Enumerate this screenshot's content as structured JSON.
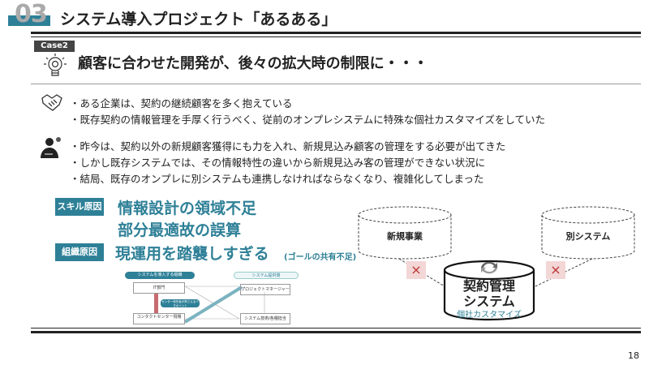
{
  "header": {
    "number": "03",
    "title": "システム導入プロジェクト「あるある」"
  },
  "case": {
    "badge": "Case2",
    "heading": "顧客に合わせた開発が、後々の拡大時の制限に・・・"
  },
  "bullets_group1": [
    "・ある企業は、契約の継続顧客を多く抱えている",
    "・既存契約の情報管理を手厚く行うべく、従前のオンプレシステムに特殊な個社カスタマイズをしていた"
  ],
  "bullets_group2": [
    "・昨今は、契約以外の新規顧客獲得にも力を入れ、新規見込み顧客の管理をする必要が出てきた",
    "・しかし既存システムでは、その情報特性の違いから新規見込み客の管理ができない状況に",
    "・結局、既存のオンプレに別システムも連携しなければならなくなり、複雑化してしまった"
  ],
  "causes": {
    "skill_label": "スキル原因",
    "skill_lines": [
      "情報設計の領域不足",
      "部分最適故の誤算"
    ],
    "org_label": "組織原因",
    "org_line": "現運用を踏襲しすぎる",
    "org_note": "(ゴールの共有不足)"
  },
  "mini_diagram": {
    "left_header": "システムを導入する組織",
    "right_header": "システム提供側",
    "it_dept": "IT部門",
    "contact_center": "コンタクトセンター現場",
    "pm": "プロジェクトマネージャー",
    "tech": "システム技術/各種担当",
    "callout": "センター責任者が押さえるべきポイント"
  },
  "system_diagram": {
    "new_business": "新規事業",
    "other_system": "別システム",
    "main_line1": "契約管理",
    "main_line2": "システム",
    "main_sub": "個社カスタマイズ",
    "x_mark": "×"
  },
  "icons": [
    "lightbulb-gear-icon",
    "handshake-icon",
    "person-presenting-icon",
    "sync-icon"
  ],
  "colors": {
    "accent": "#2e8097",
    "number": "#aaaaaa",
    "x_bg": "#f3d6d6",
    "x_fg": "#bb3333"
  },
  "page_number": "18"
}
